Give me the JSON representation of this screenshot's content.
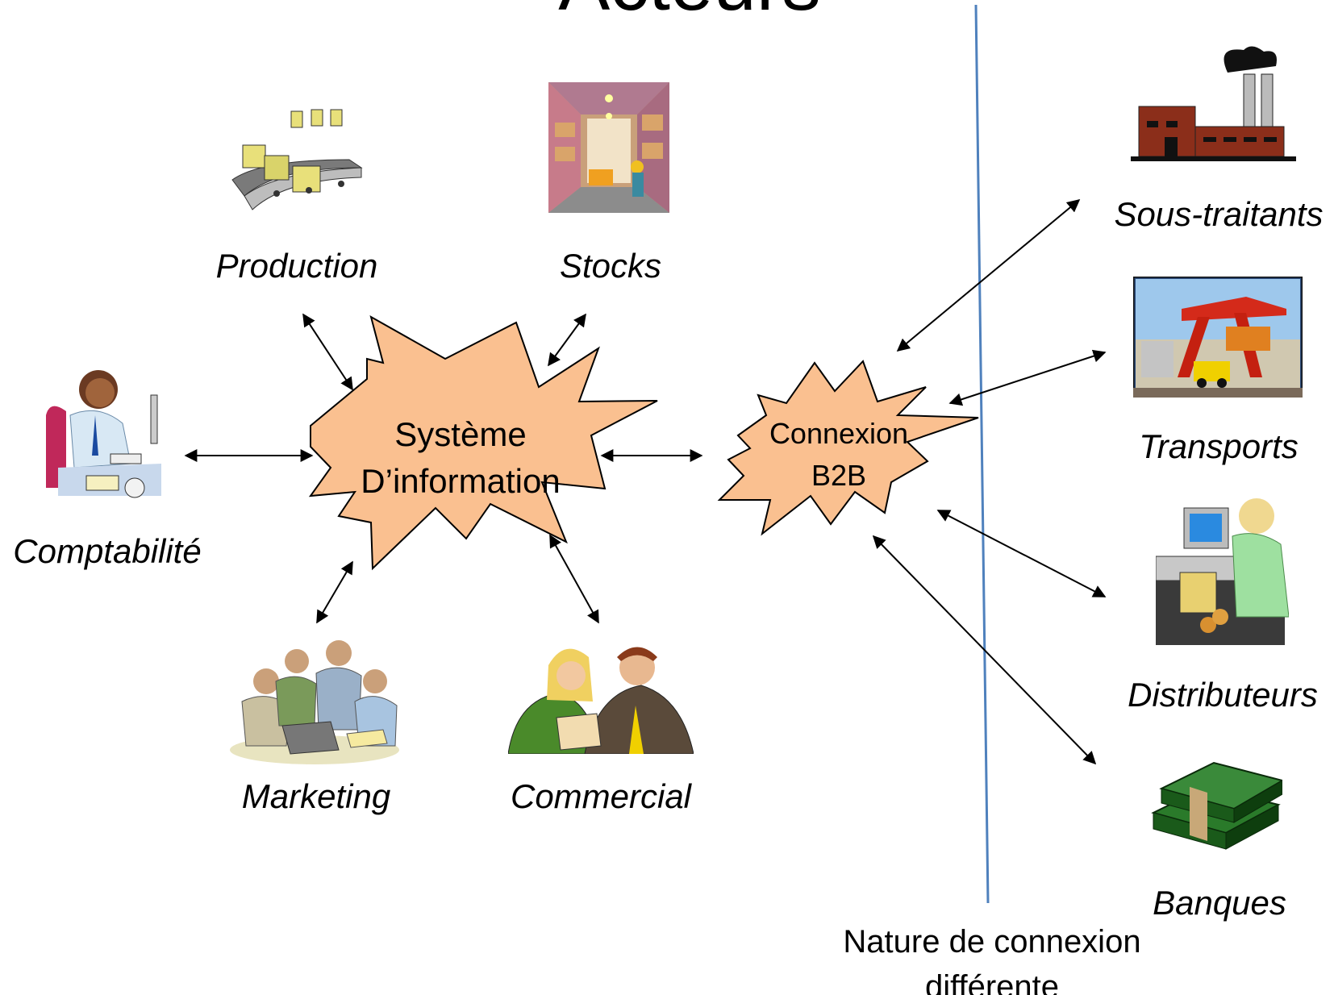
{
  "title": "Acteurs",
  "internal": {
    "production": "Production",
    "stocks": "Stocks",
    "comptabilite": "Comptabilité",
    "marketing": "Marketing",
    "commercial": "Commercial"
  },
  "center": {
    "line1": "Système",
    "line2": "D’information"
  },
  "b2b": {
    "line1": "Connexion",
    "line2": "B2B"
  },
  "external": {
    "sous_traitants": "Sous-traitants",
    "transports": "Transports",
    "distributeurs": "Distributeurs",
    "banques": "Banques"
  },
  "boundary_note": "Nature de connexion différente",
  "colors": {
    "burst_fill": "#FAC090",
    "boundary_line": "#4F81BD"
  }
}
